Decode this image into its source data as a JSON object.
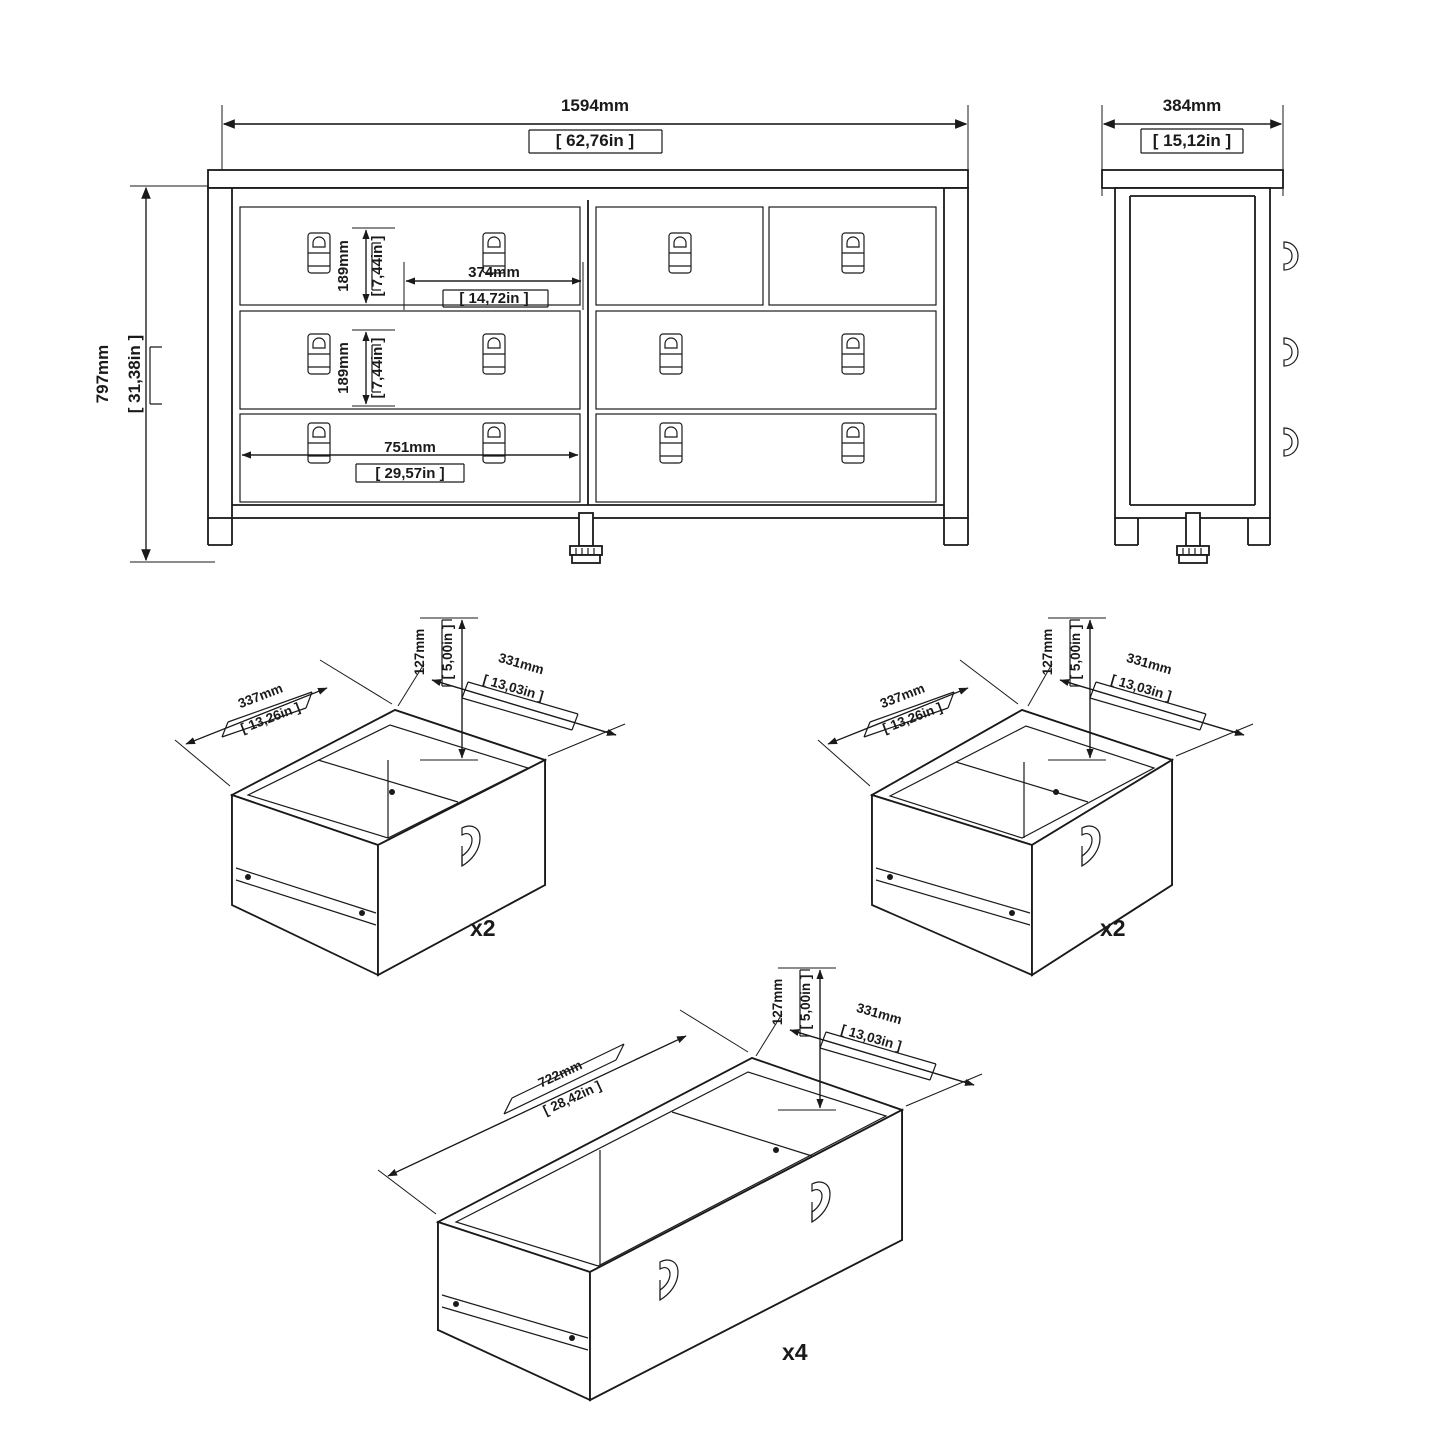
{
  "document": {
    "title": "Dresser assembly dimension drawing",
    "units_note": "mm with inch equivalents in brackets"
  },
  "front_view": {
    "name": "front-elevation",
    "width": {
      "mm": "1594mm",
      "in": "[ 62,76in ]"
    },
    "height": {
      "mm": "797mm",
      "in": "[ 31,38in ]"
    },
    "inner_small_height": {
      "mm": "189mm",
      "in": "[ 7,44in ]"
    },
    "inner_small_height2": {
      "mm": "189mm",
      "in": "[ 7,44in ]"
    },
    "small_drawer_width": {
      "mm": "374mm",
      "in": "[ 14,72in ]"
    },
    "large_drawer_width": {
      "mm": "751mm",
      "in": "[ 29,57in ]"
    }
  },
  "side_view": {
    "name": "side-elevation",
    "depth": {
      "mm": "384mm",
      "in": "[ 15,12in ]"
    }
  },
  "drawer_left": {
    "name": "small-drawer-left",
    "depth": {
      "mm": "337mm",
      "in": "[ 13,26in ]"
    },
    "width": {
      "mm": "331mm",
      "in": "[ 13,03in ]"
    },
    "height": {
      "mm": "127mm",
      "in": "[ 5,00in ]"
    },
    "quantity": "x2"
  },
  "drawer_right": {
    "name": "small-drawer-right",
    "depth": {
      "mm": "337mm",
      "in": "[ 13,26in ]"
    },
    "width": {
      "mm": "331mm",
      "in": "[ 13,03in ]"
    },
    "height": {
      "mm": "127mm",
      "in": "[ 5,00in ]"
    },
    "quantity": "x2"
  },
  "drawer_wide": {
    "name": "wide-drawer",
    "width": {
      "mm": "722mm",
      "in": "[ 28,42in ]"
    },
    "depth": {
      "mm": "331mm",
      "in": "[ 13,03in ]"
    },
    "height": {
      "mm": "127mm",
      "in": "[ 5,00in ]"
    },
    "quantity": "x4"
  },
  "colors": {
    "line": "#1a1a1a",
    "background": "#ffffff"
  }
}
